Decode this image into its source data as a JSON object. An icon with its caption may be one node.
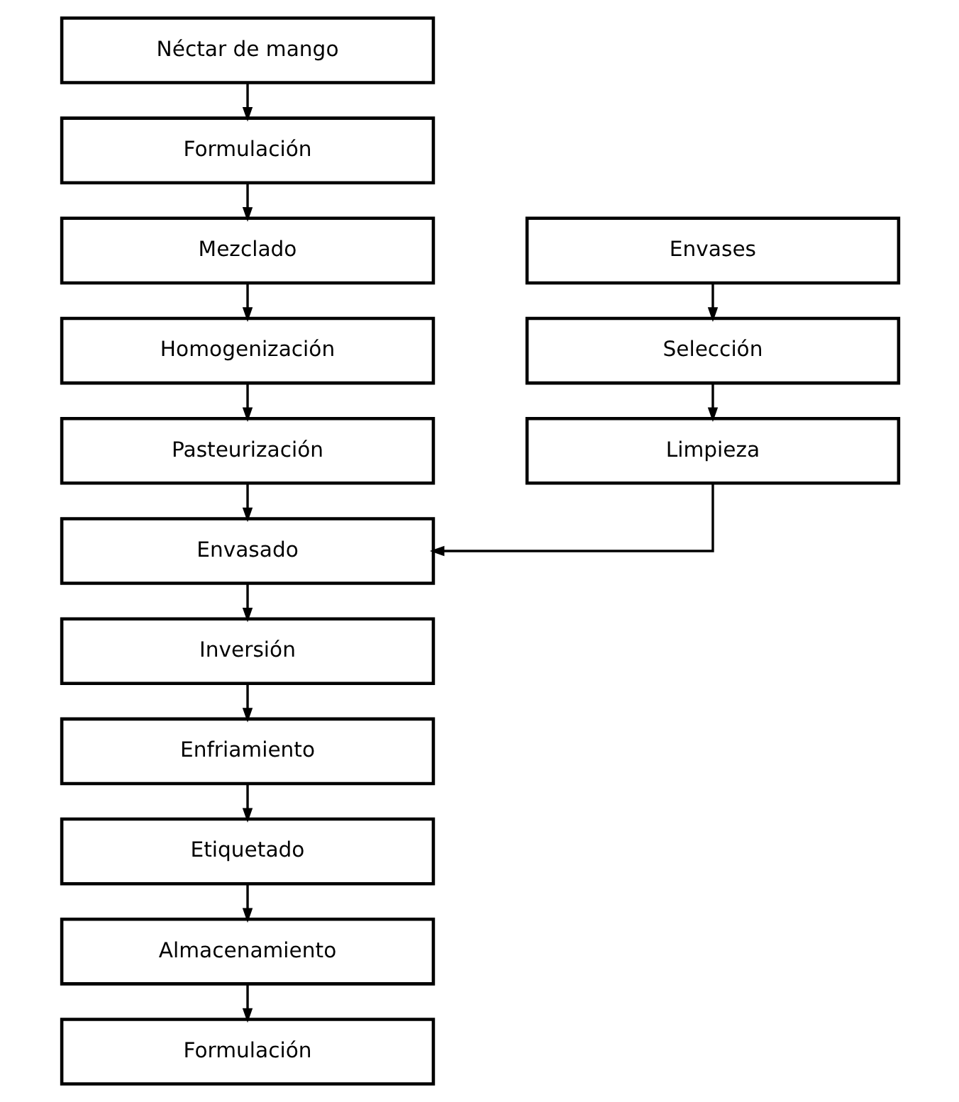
{
  "diagram": {
    "nodes": [
      {
        "text": [
          "Néctar de mango"
        ]
      },
      {
        "text": [
          "Formulación"
        ]
      },
      {
        "text": [
          "Mezclado"
        ]
      },
      {
        "text": [
          "Homogenización"
        ]
      },
      {
        "text": [
          "Pasteurización"
        ]
      },
      {
        "text": [
          "Envasado"
        ]
      },
      {
        "text": [
          "Inversión"
        ]
      },
      {
        "text": [
          "Enfriamiento"
        ]
      },
      {
        "text": [
          "Etiquetado"
        ]
      },
      {
        "text": [
          "Almacenamiento"
        ]
      },
      {
        "text": [
          "Formulación"
        ]
      },
      {
        "text": [
          "Envases"
        ]
      },
      {
        "text": [
          "Selección"
        ]
      },
      {
        "text": [
          "Limpieza"
        ]
      }
    ],
    "edges": [
      {
        "from": 0,
        "to": 1,
        "arrow": "to"
      },
      {
        "from": 1,
        "to": 2,
        "arrow": "to"
      },
      {
        "from": 2,
        "to": 3,
        "arrow": "to"
      },
      {
        "from": 3,
        "to": 4,
        "arrow": "to"
      },
      {
        "from": 4,
        "to": 5,
        "arrow": "to"
      },
      {
        "from": 5,
        "to": 6,
        "arrow": "to"
      },
      {
        "from": 6,
        "to": 7,
        "arrow": "to"
      },
      {
        "from": 7,
        "to": 8,
        "arrow": "to"
      },
      {
        "from": 8,
        "to": 9,
        "arrow": "to"
      },
      {
        "from": 9,
        "to": 10,
        "arrow": "to"
      },
      {
        "from": 11,
        "to": 12,
        "arrow": "to"
      },
      {
        "from": 12,
        "to": 13,
        "arrow": "to"
      },
      {
        "from": 13,
        "to": 5,
        "arrow": "to"
      }
    ]
  }
}
